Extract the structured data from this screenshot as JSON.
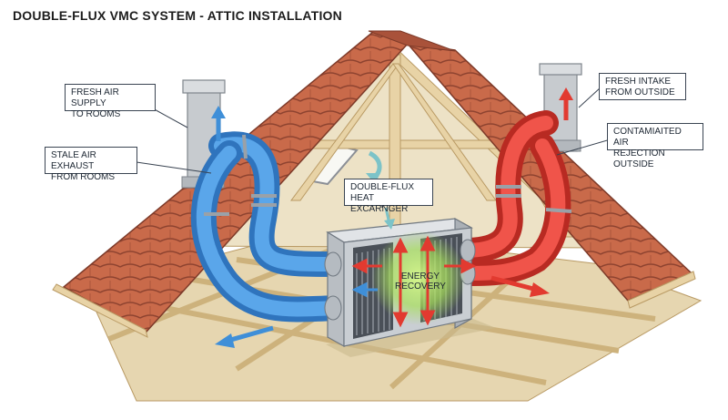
{
  "title": "DOUBLE-FLUX VMC SYSTEM - ATTIC INSTALLATION",
  "callouts": {
    "fresh_supply": "FRESH AIR SUPPLY\nTO ROOMS",
    "stale_exhaust": "STALE AIR EXHAUST\nFROM ROOMS",
    "heat_exchanger": "DOUBLE-FLUX\nHEAT EXCARNGER",
    "fresh_intake": "FRESH INTAKE\nFROM OUTSIDE",
    "contaminated": "CONTAMIAITED AIR\nREJECTION OUTSIDE"
  },
  "center_label": "ENERGY\nRECOVERY",
  "colors": {
    "roof_tile": "#c96a4a",
    "roof_tile_dark": "#8e4330",
    "timber": "#e8d3a6",
    "timber_edge": "#b99a64",
    "attic_wall": "#ede2c6",
    "floor": "#e6d6b0",
    "chimney": "#c7cbcf",
    "duct_blue": "#3f8fd8",
    "duct_red": "#e23a30",
    "unit_body": "#c9ced3",
    "glow": "#a8e05a"
  },
  "icons": [
    "arrow-up-icon",
    "arrow-down-icon",
    "arrow-left-icon",
    "arrow-right-icon",
    "airflow-curve-icon"
  ]
}
